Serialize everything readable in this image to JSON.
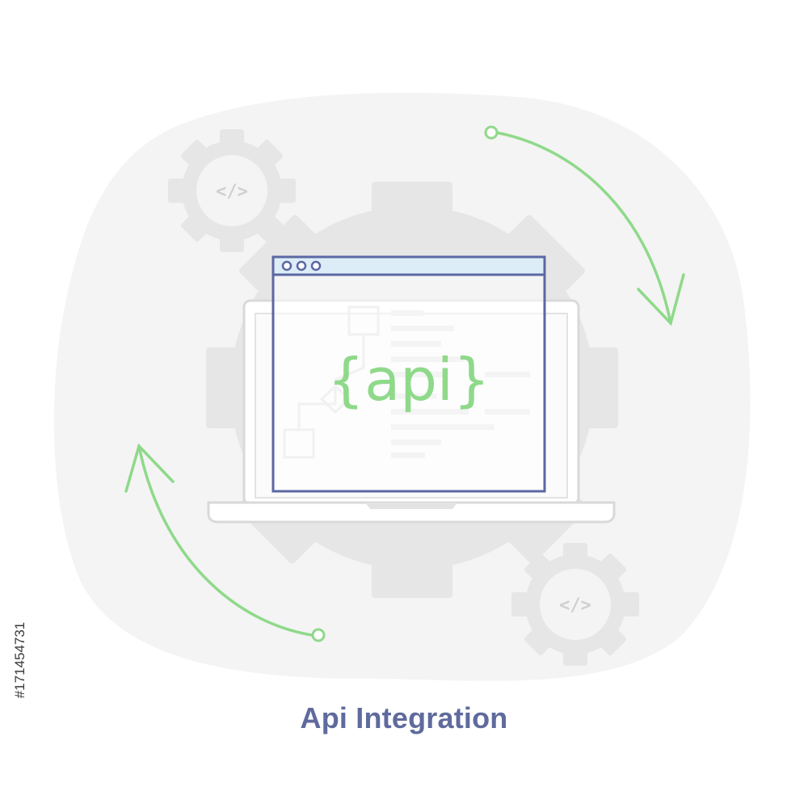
{
  "caption": "Api Integration",
  "stock_id": "#171454731",
  "window": {
    "code_text": "{api}"
  },
  "gears": {
    "code_label": "</>"
  },
  "colors": {
    "caption": "#5f6a9d",
    "accent_green": "#8fd98a",
    "window_border": "#5c67a3",
    "window_titlebar": "#dcedf7",
    "gear_gray": "#e6e6e6",
    "blob_gray": "#f4f4f4"
  },
  "icons": [
    "gear-icon",
    "code-icon",
    "laptop-icon",
    "browser-window-icon",
    "arrow-icon",
    "flowchart-icon"
  ]
}
